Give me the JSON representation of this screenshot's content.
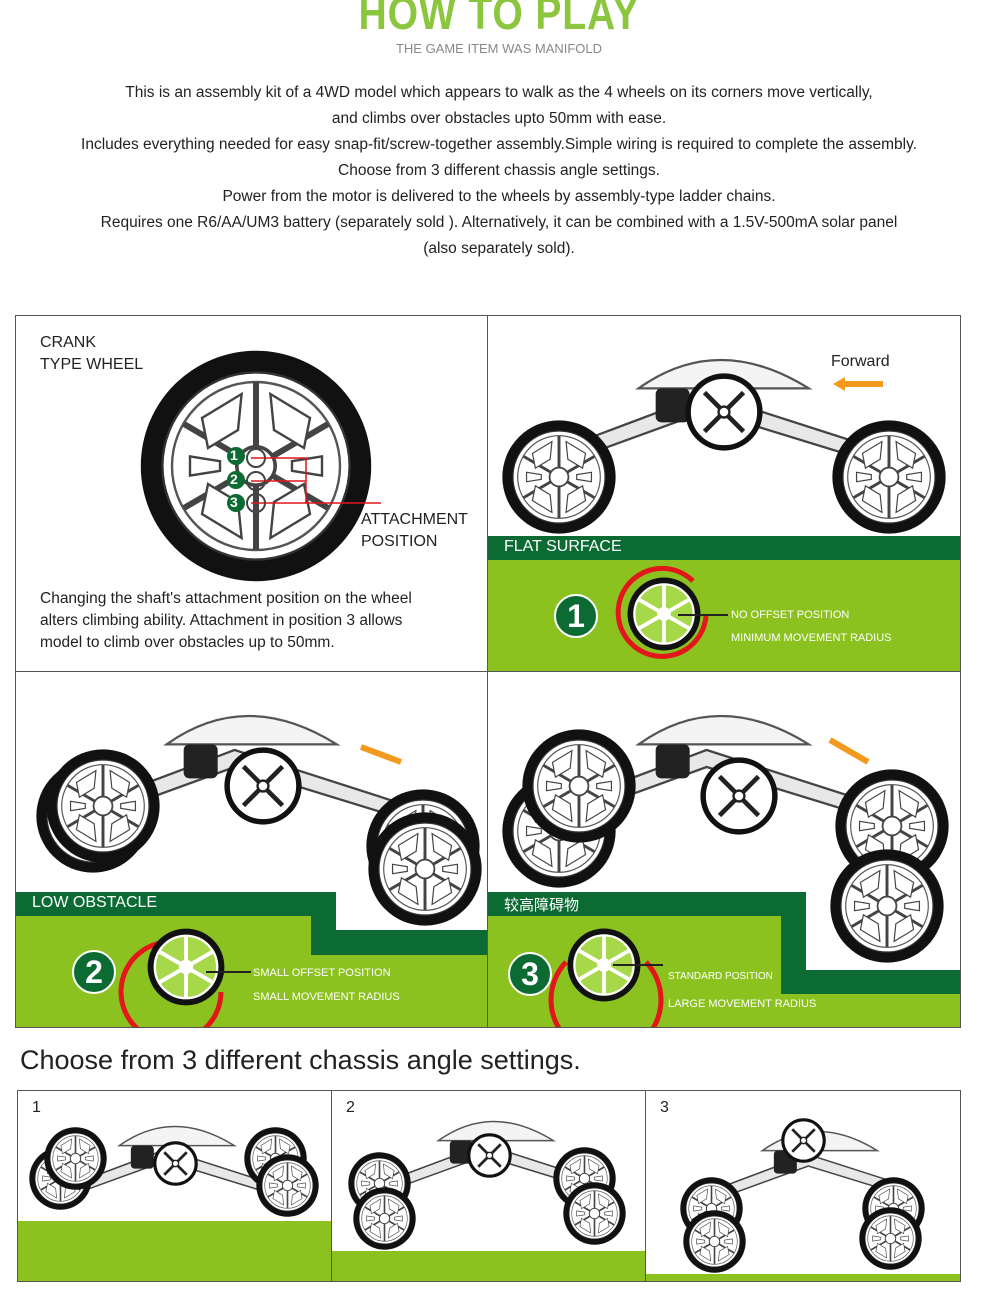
{
  "header": {
    "title": "HOW TO PLAY",
    "subtitle": "THE GAME ITEM WAS MANIFOLD"
  },
  "intro": [
    "This is an assembly kit of a 4WD model which appears  to walk as the 4 wheels on its corners move vertically,",
    "and climbs over obstacles upto 50mm with ease.",
    "Includes everything needed for easy snap-fit/screw-together assembly.Simple wiring is required to complete the assembly.",
    "Choose from 3 different chassis angle settings.",
    "Power from the motor is delivered to the wheels by assembly-type ladder chains.",
    "Requires one R6/AA/UM3 battery (separately sold ). Alternatively, it can be combined with a 1.5V-500mA solar panel",
    "(also separately sold)."
  ],
  "crank_panel": {
    "heading_line1": "CRANK",
    "heading_line2": "TYPE WHEEL",
    "positions": [
      "1",
      "2",
      "3"
    ],
    "attachment_line1": "ATTACHMENT",
    "attachment_line2": "POSITION",
    "desc_line1": "Changing the shaft's attachment  position on the wheel",
    "desc_line2": "alters climbing ability. Attachment in position 3 allows",
    "desc_line3": "model to climb over obstacles up to 50mm."
  },
  "flat_panel": {
    "forward": "Forward",
    "band": "FLAT SURFACE",
    "badge": "1",
    "label1": "NO OFFSET POSITION",
    "label2": "MINIMUM MOVEMENT RADIUS"
  },
  "low_panel": {
    "band": "LOW OBSTACLE",
    "badge": "2",
    "label1": "SMALL OFFSET POSITION",
    "label2": "SMALL MOVEMENT RADIUS"
  },
  "high_panel": {
    "band": "较高障碍物",
    "badge": "3",
    "label1": "STANDARD POSITION",
    "label2": "LARGE MOVEMENT RADIUS"
  },
  "chassis": {
    "heading": "Choose from 3 different chassis angle settings.",
    "settings": [
      "1",
      "2",
      "3"
    ]
  },
  "colors": {
    "light_green": "#8cc21f",
    "dark_green": "#0b6b33",
    "arrow_red": "#e2161b",
    "forward_orange": "#f39a1e"
  }
}
